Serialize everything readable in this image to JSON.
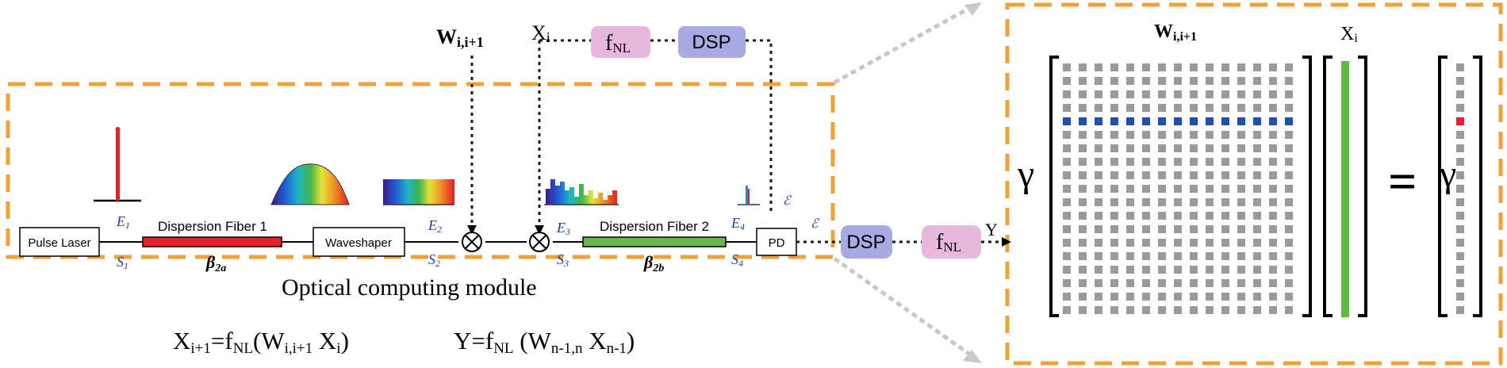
{
  "colors": {
    "frame_orange": "#f0a23a",
    "fnl_fill": "#e8b8dc",
    "dsp_fill": "#a9a9e3",
    "fiber1_red": "#e8202a",
    "fiber2_green": "#66b84a",
    "matrix_gray": "#9a9a9a",
    "row_blue": "#1f4fb0",
    "col_green": "#5fbb3f",
    "out_red": "#e8202a",
    "label_blue": "#1c3fa0"
  },
  "inputs": {
    "w_label": "W",
    "w_sub": "i,i+1",
    "x_label": "X",
    "x_sub": "i"
  },
  "feedback": {
    "fnl_main": "f",
    "fnl_sub": "NL",
    "dsp": "DSP"
  },
  "chain": {
    "pulse_laser": "Pulse Laser",
    "fiber1": "Dispersion Fiber 1",
    "waveshaper": "Waveshaper",
    "fiber2": "Dispersion Fiber 2",
    "pd": "PD",
    "beta_a_main": "β",
    "beta_a_sub": "2a",
    "beta_b_main": "β",
    "beta_b_sub": "2b",
    "e1": "E",
    "e1_sub": "1",
    "s1": "S",
    "s1_sub": "1",
    "e2": "E",
    "e2_sub": "2",
    "s2": "S",
    "s2_sub": "2",
    "e3": "E",
    "e3_sub": "3",
    "s3": "S",
    "s3_sub": "3",
    "e4": "E",
    "e4_sub": "4",
    "s4": "S",
    "s4_sub": "4",
    "script_e1": "ℰ",
    "script_e2": "ℰ"
  },
  "module_label": "Optical computing module",
  "output": {
    "dsp": "DSP",
    "fnl_main": "f",
    "fnl_sub": "NL",
    "y_label": "Y"
  },
  "equations": {
    "eq1_x": "X",
    "eq1_sub_lhs": "i+1",
    "eq1_eq": "=f",
    "eq1_nl": "NL",
    "eq1_open": "(W",
    "eq1_w_sub": "i,i+1",
    "eq1_x2": " X",
    "eq1_x2_sub": "i",
    "eq1_close": ")",
    "eq2_y": "Y=f",
    "eq2_nl": "NL",
    "eq2_open": " (W",
    "eq2_w_sub": "n-1,n",
    "eq2_x": " X",
    "eq2_x_sub": "n-1",
    "eq2_close": ")"
  },
  "zoom": {
    "w_label": "W",
    "w_sub": "i,i+1",
    "x_label": "X",
    "x_sub": "i",
    "gamma_left": "γ",
    "gamma_right": "γ",
    "equals": "=",
    "matrix_rows": 19,
    "matrix_cols": 15,
    "highlight_row": 4,
    "output_highlight_row": 4
  }
}
